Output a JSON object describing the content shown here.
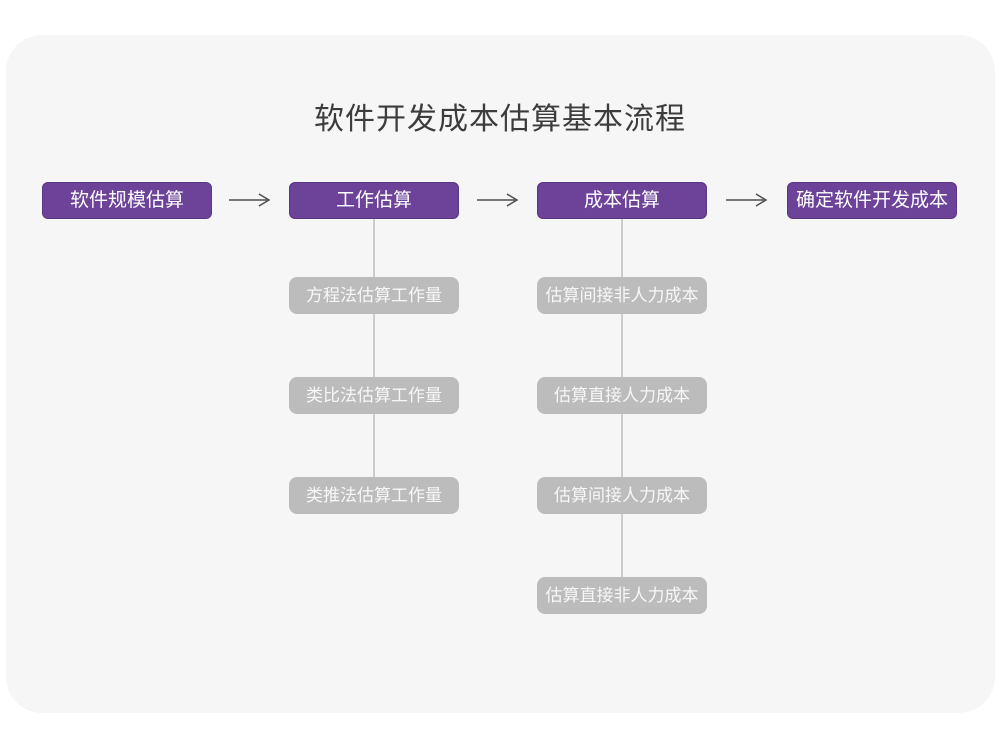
{
  "title": "软件开发成本估算基本流程",
  "colors": {
    "stage_purple": "#6C4399",
    "stage_border": "#5B3585",
    "substep_gray": "#BCBCBC",
    "card_background": "#F6F6F7",
    "connector_line": "#CCCCCC",
    "arrow_stroke": "#4D4D4D",
    "title_text": "#3C3C3C"
  },
  "flow": {
    "stages": [
      {
        "label": "软件规模估算",
        "substeps": []
      },
      {
        "label": "工作估算",
        "substeps": [
          "方程法估算工作量",
          "类比法估算工作量",
          "类推法估算工作量"
        ]
      },
      {
        "label": "成本估算",
        "substeps": [
          "估算间接非人力成本",
          "估算直接人力成本",
          "估算间接人力成本",
          "估算直接非人力成本"
        ]
      },
      {
        "label": "确定软件开发成本",
        "substeps": []
      }
    ]
  }
}
